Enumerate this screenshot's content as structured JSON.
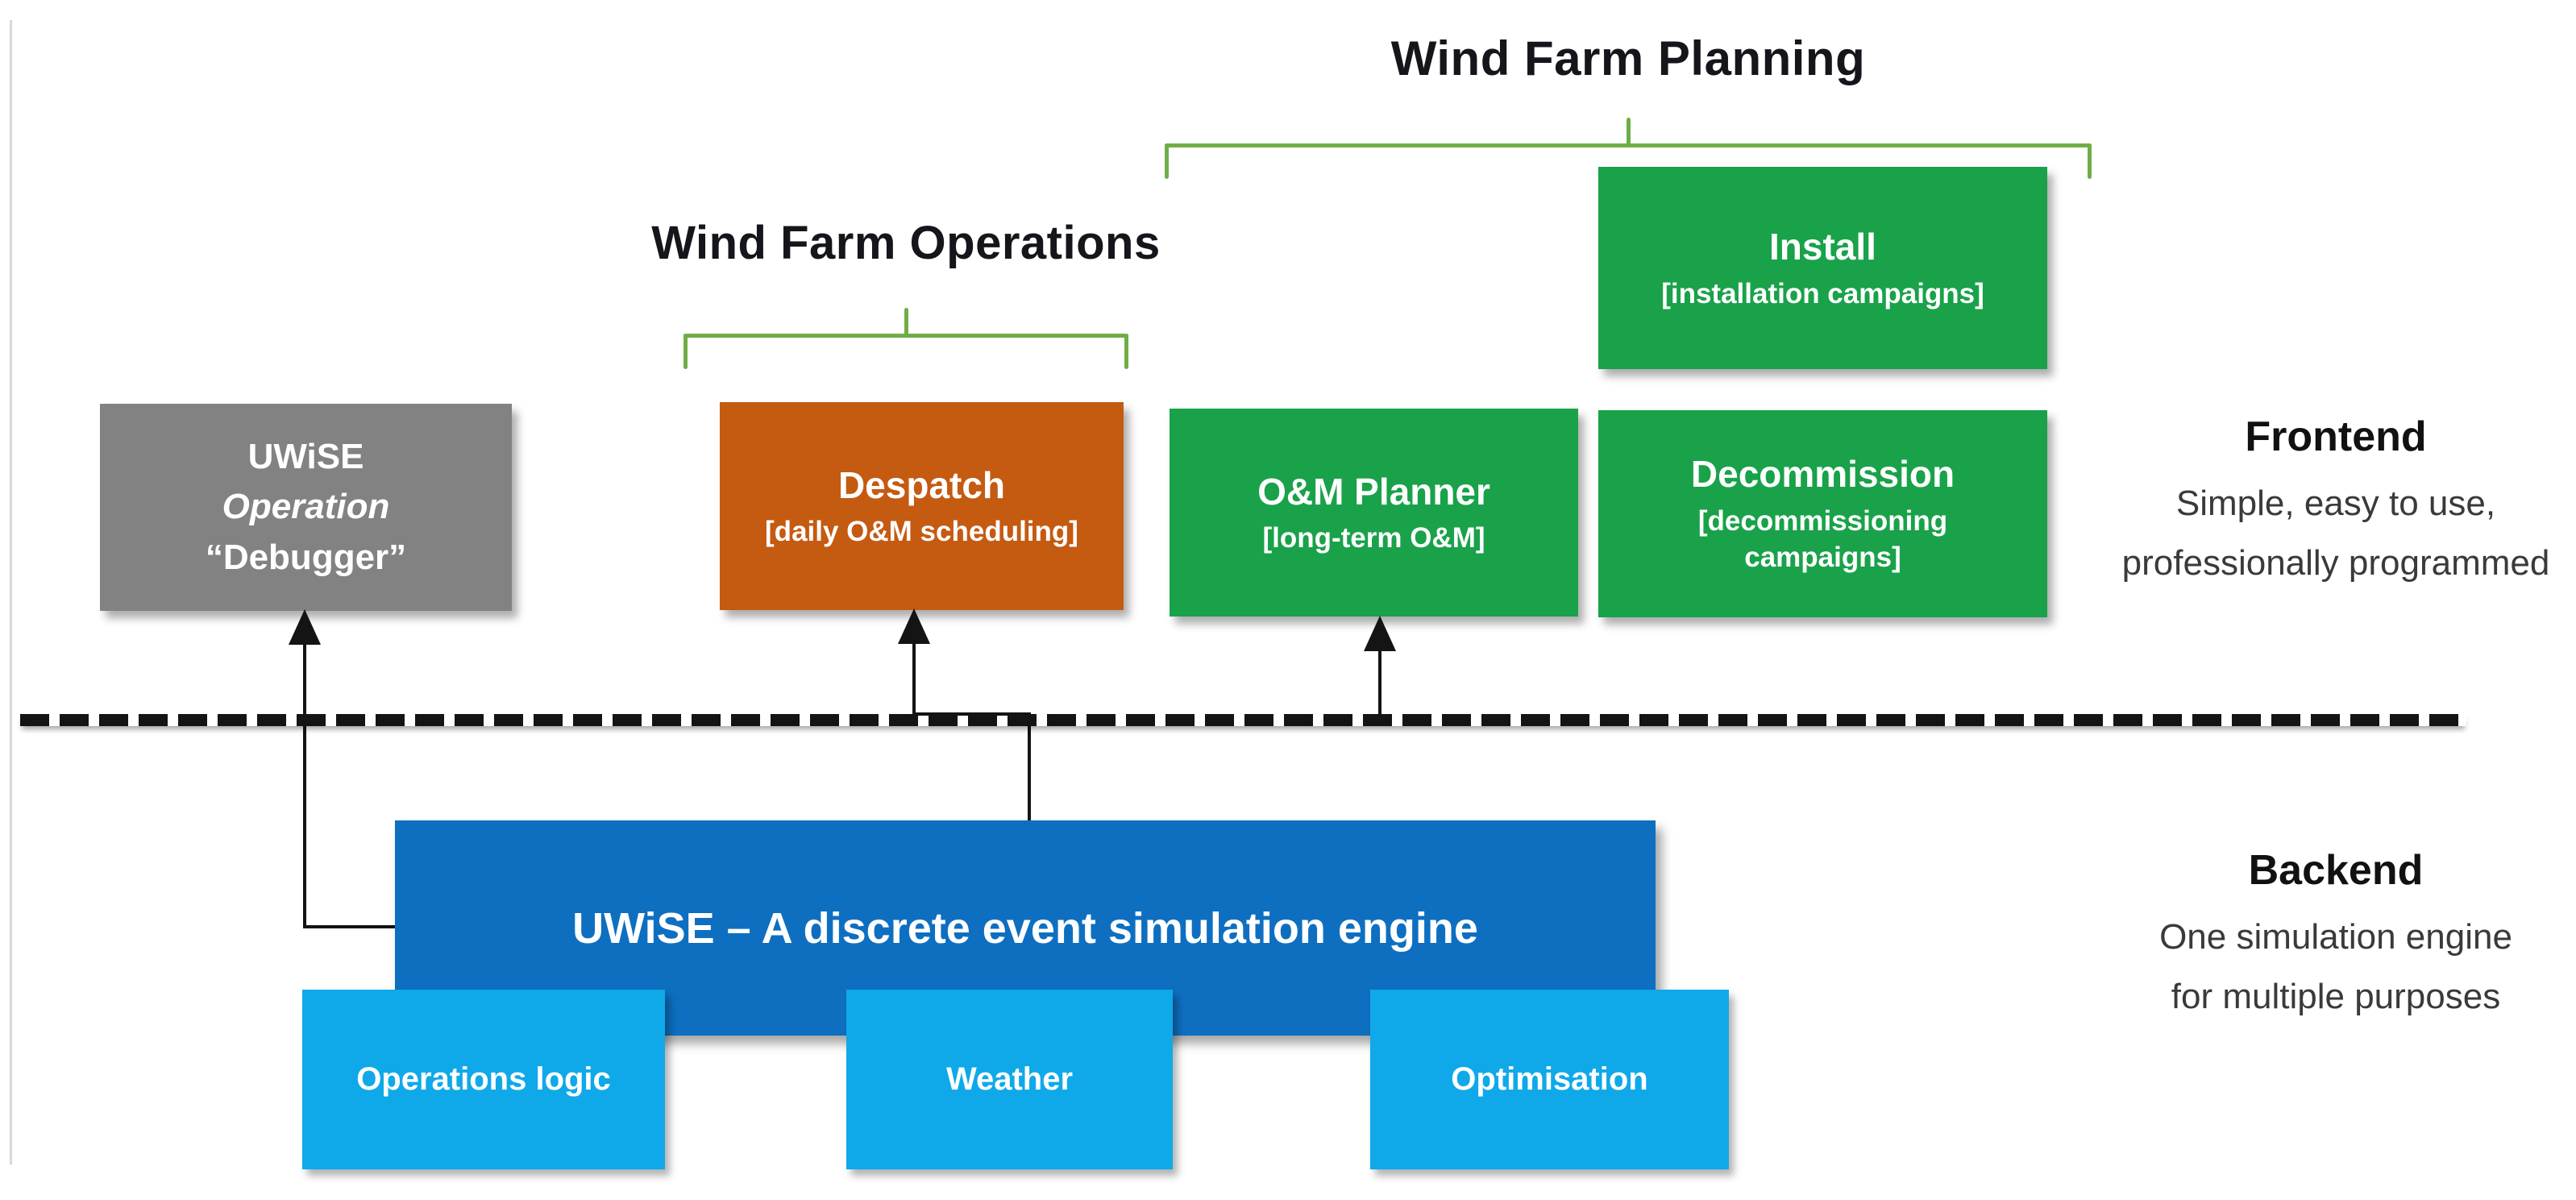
{
  "groups": {
    "operations": {
      "title": "Wind Farm Operations"
    },
    "planning": {
      "title": "Wind Farm Planning"
    }
  },
  "frontend": {
    "side_label": {
      "title": "Frontend",
      "line1": "Simple, easy to use,",
      "line2": "professionally programmed"
    },
    "boxes": {
      "debugger": {
        "line1": "UWiSE",
        "line2": "Operation",
        "line3": "“Debugger”",
        "color": "#828282"
      },
      "despatch": {
        "title": "Despatch",
        "subtitle": "[daily O&M scheduling]",
        "color": "#C55A11"
      },
      "om_planner": {
        "title": "O&M Planner",
        "subtitle": "[long-term O&M]",
        "color": "#19A24A"
      },
      "install": {
        "title": "Install",
        "subtitle": "[installation campaigns]",
        "color": "#19A24A"
      },
      "decommission": {
        "title": "Decommission",
        "subtitle": "[decommissioning campaigns]",
        "color": "#19A24A"
      }
    }
  },
  "backend": {
    "side_label": {
      "title": "Backend",
      "line1": "One simulation engine",
      "line2": "for multiple purposes"
    },
    "engine": {
      "title": "UWiSE – A discrete event simulation engine",
      "color": "#0E6FC1"
    },
    "modules": {
      "operations_logic": {
        "label": "Operations logic"
      },
      "weather": {
        "label": "Weather"
      },
      "optimisation": {
        "label": "Optimisation"
      }
    },
    "module_color": "#0FA9E9"
  },
  "divider_color": "#141414",
  "brace_color": "#70AD47"
}
